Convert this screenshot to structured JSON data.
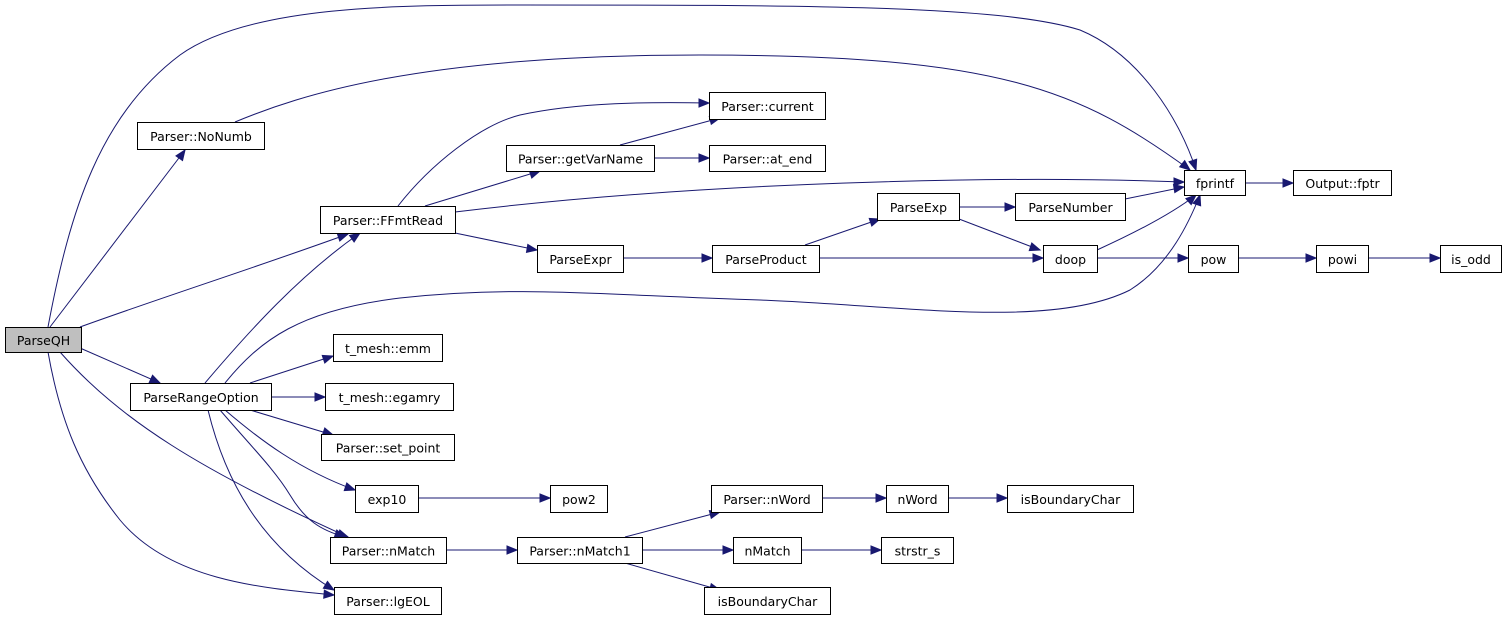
{
  "graph": {
    "nodes": [
      {
        "id": "parseqh",
        "label": "ParseQH",
        "root": true
      },
      {
        "id": "nonumb",
        "label": "Parser::NoNumb"
      },
      {
        "id": "ffmtread",
        "label": "Parser::FFmtRead"
      },
      {
        "id": "parserangeoption",
        "label": "ParseRangeOption"
      },
      {
        "id": "current",
        "label": "Parser::current"
      },
      {
        "id": "getvarname",
        "label": "Parser::getVarName"
      },
      {
        "id": "at_end",
        "label": "Parser::at_end"
      },
      {
        "id": "parseexpr",
        "label": "ParseExpr"
      },
      {
        "id": "parseproduct",
        "label": "ParseProduct"
      },
      {
        "id": "parseexp",
        "label": "ParseExp"
      },
      {
        "id": "parsenumber",
        "label": "ParseNumber"
      },
      {
        "id": "doop",
        "label": "doop"
      },
      {
        "id": "fprintf",
        "label": "fprintf"
      },
      {
        "id": "fptr",
        "label": "Output::fptr"
      },
      {
        "id": "pow",
        "label": "pow"
      },
      {
        "id": "powi",
        "label": "powi"
      },
      {
        "id": "is_odd",
        "label": "is_odd"
      },
      {
        "id": "emm",
        "label": "t_mesh::emm"
      },
      {
        "id": "egamry",
        "label": "t_mesh::egamry"
      },
      {
        "id": "set_point",
        "label": "Parser::set_point"
      },
      {
        "id": "exp10",
        "label": "exp10"
      },
      {
        "id": "pow2",
        "label": "pow2"
      },
      {
        "id": "nmatch",
        "label": "Parser::nMatch"
      },
      {
        "id": "nmatch1",
        "label": "Parser::nMatch1"
      },
      {
        "id": "lgeol",
        "label": "Parser::lgEOL"
      },
      {
        "id": "nword_p",
        "label": "Parser::nWord"
      },
      {
        "id": "nword",
        "label": "nWord"
      },
      {
        "id": "isboundary1",
        "label": "isBoundaryChar"
      },
      {
        "id": "nmatch_f",
        "label": "nMatch"
      },
      {
        "id": "strstr_s",
        "label": "strstr_s"
      },
      {
        "id": "isboundary2",
        "label": "isBoundaryChar"
      }
    ],
    "edges": [
      {
        "from": "parseqh",
        "to": "fprintf"
      },
      {
        "from": "parseqh",
        "to": "nonumb"
      },
      {
        "from": "parseqh",
        "to": "ffmtread"
      },
      {
        "from": "parseqh",
        "to": "parserangeoption"
      },
      {
        "from": "parseqh",
        "to": "nmatch"
      },
      {
        "from": "parseqh",
        "to": "lgeol"
      },
      {
        "from": "nonumb",
        "to": "fprintf"
      },
      {
        "from": "ffmtread",
        "to": "current"
      },
      {
        "from": "ffmtread",
        "to": "getvarname"
      },
      {
        "from": "ffmtread",
        "to": "fprintf"
      },
      {
        "from": "ffmtread",
        "to": "parseexpr"
      },
      {
        "from": "getvarname",
        "to": "current"
      },
      {
        "from": "getvarname",
        "to": "at_end"
      },
      {
        "from": "parseexpr",
        "to": "parseproduct"
      },
      {
        "from": "parseproduct",
        "to": "parseexp"
      },
      {
        "from": "parseproduct",
        "to": "doop"
      },
      {
        "from": "parseexp",
        "to": "parsenumber"
      },
      {
        "from": "parseexp",
        "to": "doop"
      },
      {
        "from": "parsenumber",
        "to": "fprintf"
      },
      {
        "from": "doop",
        "to": "fprintf"
      },
      {
        "from": "doop",
        "to": "pow"
      },
      {
        "from": "fprintf",
        "to": "fptr"
      },
      {
        "from": "pow",
        "to": "powi"
      },
      {
        "from": "powi",
        "to": "is_odd"
      },
      {
        "from": "parserangeoption",
        "to": "ffmtread"
      },
      {
        "from": "parserangeoption",
        "to": "fprintf"
      },
      {
        "from": "parserangeoption",
        "to": "emm"
      },
      {
        "from": "parserangeoption",
        "to": "egamry"
      },
      {
        "from": "parserangeoption",
        "to": "set_point"
      },
      {
        "from": "parserangeoption",
        "to": "exp10"
      },
      {
        "from": "parserangeoption",
        "to": "nmatch"
      },
      {
        "from": "parserangeoption",
        "to": "lgeol"
      },
      {
        "from": "exp10",
        "to": "pow2"
      },
      {
        "from": "nmatch",
        "to": "nmatch1"
      },
      {
        "from": "nmatch1",
        "to": "nword_p"
      },
      {
        "from": "nmatch1",
        "to": "nmatch_f"
      },
      {
        "from": "nmatch1",
        "to": "isboundary2"
      },
      {
        "from": "nword_p",
        "to": "nword"
      },
      {
        "from": "nword",
        "to": "isboundary1"
      },
      {
        "from": "nmatch_f",
        "to": "strstr_s"
      }
    ]
  },
  "colors": {
    "edge": "#191970",
    "root_fill": "#bfbfbf",
    "node_fill": "#ffffff",
    "node_border": "#000000"
  }
}
